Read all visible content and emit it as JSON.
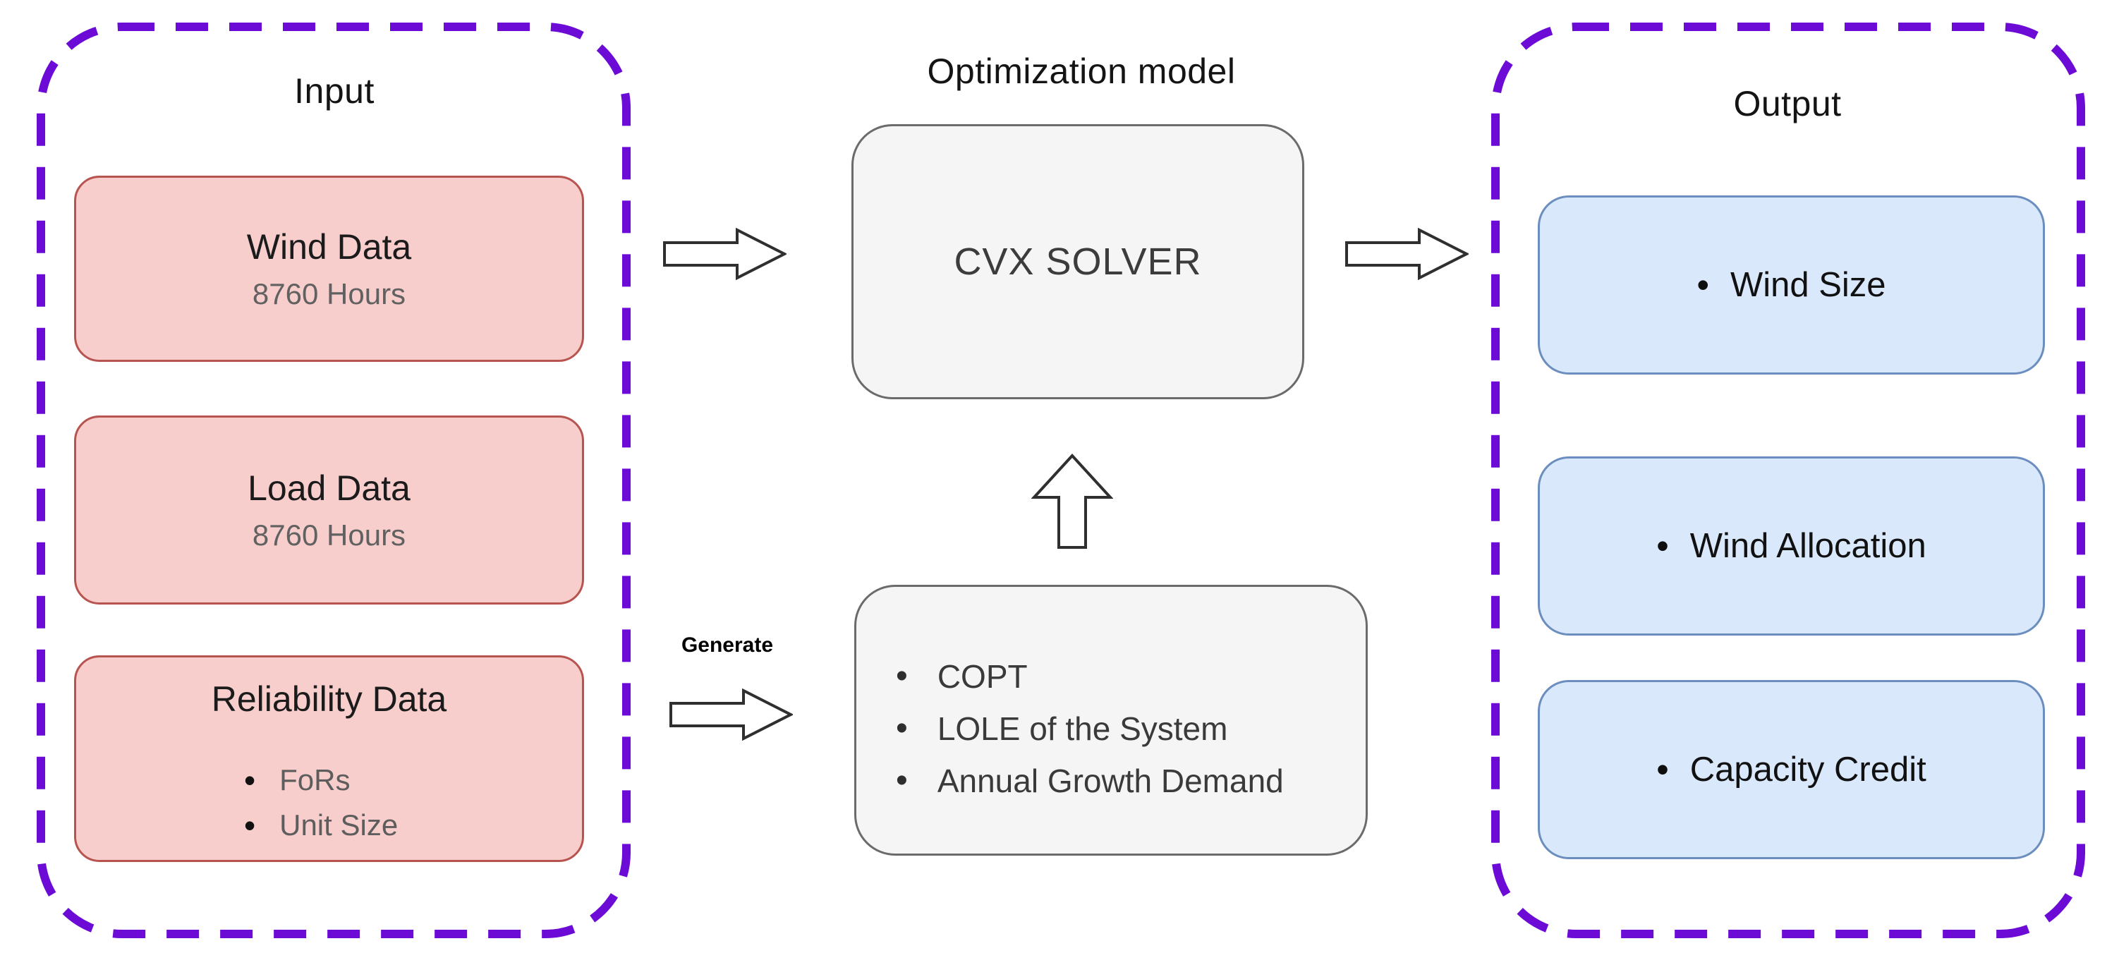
{
  "bullet_glyph": "•",
  "input": {
    "title": "Input",
    "boxes": [
      {
        "title": "Wind Data",
        "subtitle": "8760 Hours"
      },
      {
        "title": "Load Data",
        "subtitle": "8760 Hours"
      },
      {
        "title": "Reliability Data",
        "bullets": [
          "FoRs",
          "Unit Size"
        ]
      }
    ]
  },
  "optimization": {
    "title": "Optimization model",
    "solver_label": "CVX SOLVER",
    "generate_label": "Generate",
    "generated_box": {
      "bullets": [
        "COPT",
        "LOLE of the System",
        "Annual Growth Demand"
      ]
    }
  },
  "output": {
    "title": "Output",
    "boxes": [
      "Wind Size",
      "Wind Allocation",
      "Capacity Credit"
    ]
  },
  "colors": {
    "container_dash": "#6C0BD6",
    "input_box_fill": "#F8CECC",
    "input_box_stroke": "#B85450",
    "model_box_fill": "#F5F5F5",
    "model_box_stroke": "#6B6B6B",
    "output_box_fill": "#DAE8FC",
    "output_box_stroke": "#6C8EBF",
    "arrow_stroke": "#2F2F2F"
  }
}
